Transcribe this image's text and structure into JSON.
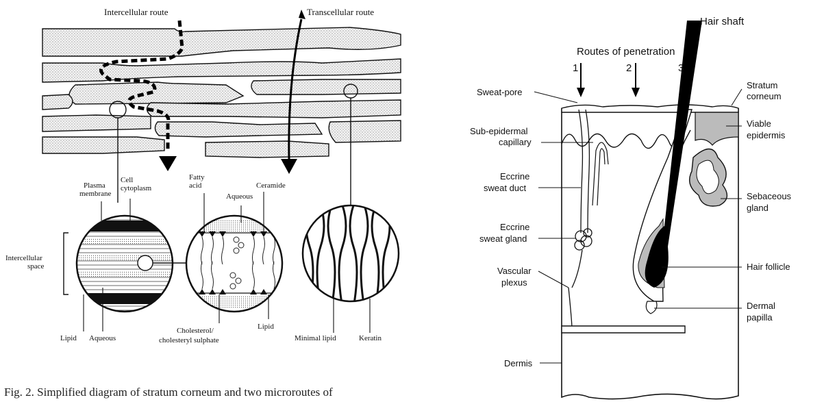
{
  "left_figure": {
    "route_labels": {
      "intercellular": "Intercellular route",
      "transcellular": "Transcellular route"
    },
    "labels": {
      "plasma_membrane_1": "Plasma",
      "plasma_membrane_2": "membrane",
      "cell_cytoplasm_1": "Cell",
      "cell_cytoplasm_2": "cytoplasm",
      "fatty_acid_1": "Fatty",
      "fatty_acid_2": "acid",
      "aqueous_top": "Aqueous",
      "ceramide": "Ceramide",
      "intercellular_space_1": "Intercellular",
      "intercellular_space_2": "space",
      "lipid_left": "Lipid",
      "aqueous_bottom": "Aqueous",
      "cholesterol_1": "Cholesterol/",
      "cholesterol_2": "cholesteryl sulphate",
      "lipid_right": "Lipid",
      "minimal_lipid": "Minimal lipid",
      "keratin": "Keratin"
    },
    "caption": "Fig. 2. Simplified diagram of stratum corneum and two microroutes of"
  },
  "right_figure": {
    "title": "Routes of penetration",
    "routes": [
      "1",
      "2",
      "3"
    ],
    "labels": {
      "hair_shaft": "Hair shaft",
      "sweat_pore": "Sweat-pore",
      "sub_epidermal_1": "Sub-epidermal",
      "sub_epidermal_2": "capillary",
      "eccrine_duct_1": "Eccrine",
      "eccrine_duct_2": "sweat duct",
      "eccrine_gland_1": "Eccrine",
      "eccrine_gland_2": "sweat gland",
      "vascular_1": "Vascular",
      "vascular_2": "plexus",
      "dermis": "Dermis",
      "stratum_1": "Stratum",
      "stratum_2": "corneum",
      "viable_1": "Viable",
      "viable_2": "epidermis",
      "sebaceous_1": "Sebaceous",
      "sebaceous_2": "gland",
      "hair_follicle": "Hair follicle",
      "dermal_1": "Dermal",
      "dermal_2": "papilla"
    }
  }
}
